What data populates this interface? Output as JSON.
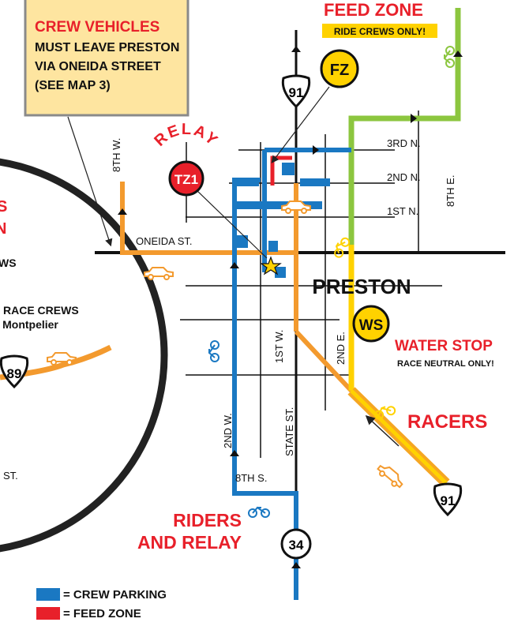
{
  "callout": {
    "title": "CREW VEHICLES",
    "line1": "MUST LEAVE PRESTON",
    "line2": "VIA ONEIDA STREET",
    "line3": "(SEE MAP 3)"
  },
  "feed_zone": {
    "title": "FEED ZONE",
    "subtitle": "RIDE CREWS ONLY!",
    "marker": "FZ"
  },
  "relay": {
    "arc_text": "RELAY",
    "marker": "TZ1"
  },
  "water_stop": {
    "title": "WATER STOP",
    "subtitle": "RACE NEUTRAL ONLY!",
    "marker": "WS"
  },
  "city": "PRESTON",
  "labels": {
    "racers": "RACERS",
    "riders_line1": "RIDERS",
    "riders_line2": "AND RELAY"
  },
  "routes": {
    "us91_top": "91",
    "us91_bottom": "91",
    "hwy34": "34",
    "us89": "89"
  },
  "streets": {
    "third_n": "3RD N.",
    "second_n": "2ND N.",
    "first_n": "1ST N.",
    "oneida": "ONEIDA ST.",
    "eighth_w": "8TH W.",
    "eighth_e": "8TH E.",
    "first_w": "1ST W.",
    "second_e": "2ND E.",
    "second_w": "2ND W.",
    "state": "STATE ST.",
    "eighth_s": "8TH S."
  },
  "inset": {
    "frag1": "S",
    "frag2": "N",
    "frag3": "WS",
    "race_crews": "RACE CREWS",
    "to_montpelier": "to Montpelier",
    "st": "ST."
  },
  "legend": [
    {
      "label": "= CREW PARKING",
      "color": "#1a78c2"
    },
    {
      "label": "= FEED ZONE",
      "color": "#e8202a"
    }
  ],
  "colors": {
    "race_route": "#f5a623",
    "ride_route": "#1a78c2",
    "crew_route": "#f39a2e",
    "green_route": "#8cc63f",
    "yellow_route": "#ffd200",
    "accent_red": "#e8202a"
  }
}
